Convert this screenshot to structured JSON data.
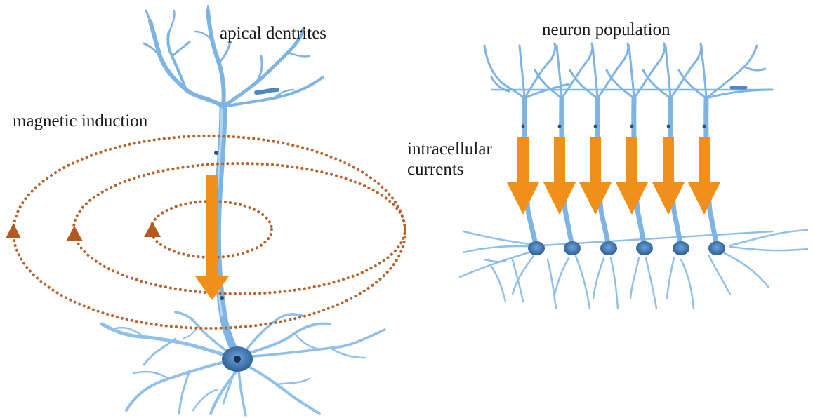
{
  "labels": {
    "apical_dendrites": "apical dentrites",
    "magnetic_induction": "magnetic induction",
    "neuron_population": "neuron population",
    "intracellular_line1": "intracellular",
    "intracellular_line2": "currents"
  },
  "colors": {
    "dendrite": "#7eb4e4",
    "dendrite_dark": "#4e87c1",
    "soma": "#3d6fa6",
    "current_arrow": "#f0901a",
    "field_dots": "#b8622a",
    "field_arrowhead": "#b35a22"
  },
  "population_count": 6
}
